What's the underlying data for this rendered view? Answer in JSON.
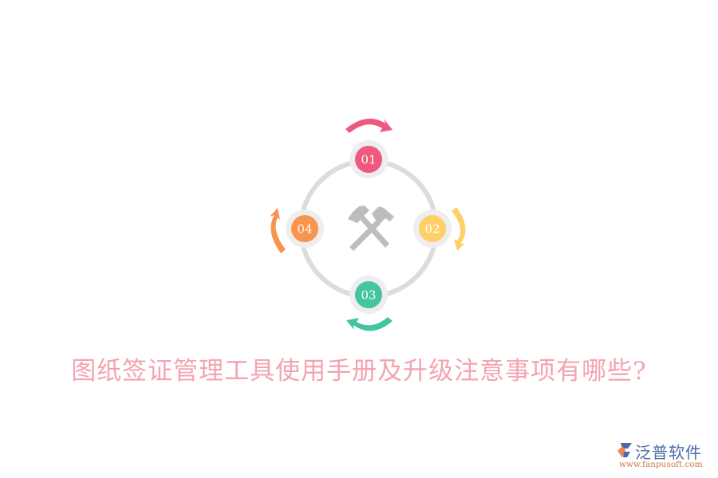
{
  "diagram": {
    "type": "cycle",
    "center_icon": "crossed-hammers-icon",
    "nodes": [
      {
        "label": "01",
        "color": "#ee5a7e",
        "position": "top"
      },
      {
        "label": "02",
        "color": "#fdd06a",
        "position": "right"
      },
      {
        "label": "03",
        "color": "#44c4a1",
        "position": "bottom"
      },
      {
        "label": "04",
        "color": "#f7944e",
        "position": "left"
      }
    ],
    "ring_color": "#dcdcdc",
    "node_halo_color": "#eeeef0",
    "icon_color": "#bdbdbd"
  },
  "title": "图纸签证管理工具使用手册及升级注意事项有哪些?",
  "logo": {
    "name": "泛普软件",
    "url": "www.fanpusoft.com"
  }
}
